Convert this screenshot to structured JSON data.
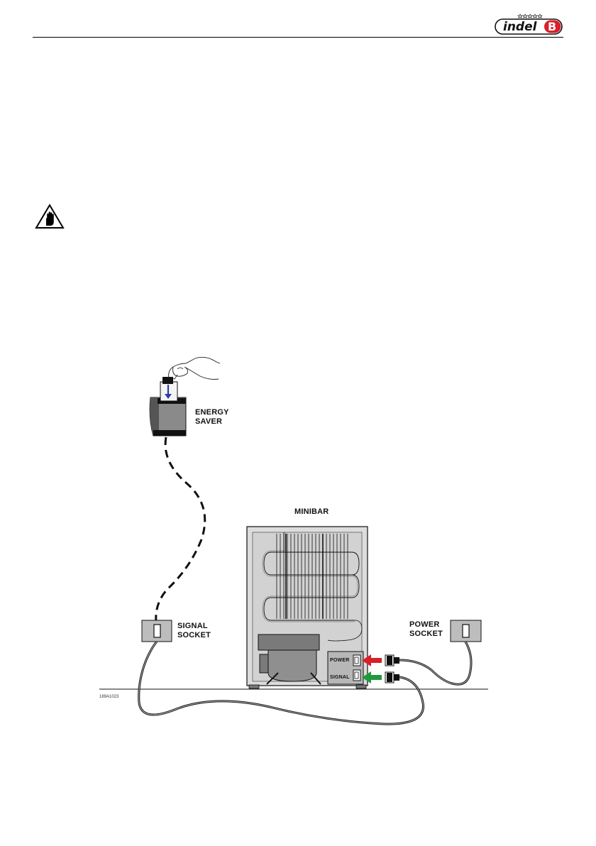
{
  "header": {
    "logo_text": "indel",
    "logo_letter": "B",
    "brand_color": "#d8202b"
  },
  "icons": {
    "warning": "hand-warning-icon"
  },
  "diagram": {
    "energy_saver_line1": "ENERGY",
    "energy_saver_line2": "SAVER",
    "minibar_label": "MINIBAR",
    "signal_socket_line1": "SIGNAL",
    "signal_socket_line2": "SOCKET",
    "power_socket_line1": "POWER",
    "power_socket_line2": "SOCKET",
    "panel_power": "POWER",
    "panel_signal": "SIGNAL",
    "figure_code": "189A1023",
    "arrow_power_color": "#d8202b",
    "arrow_signal_color": "#1f9a3e",
    "card_arrow_color": "#2b3fa8"
  }
}
